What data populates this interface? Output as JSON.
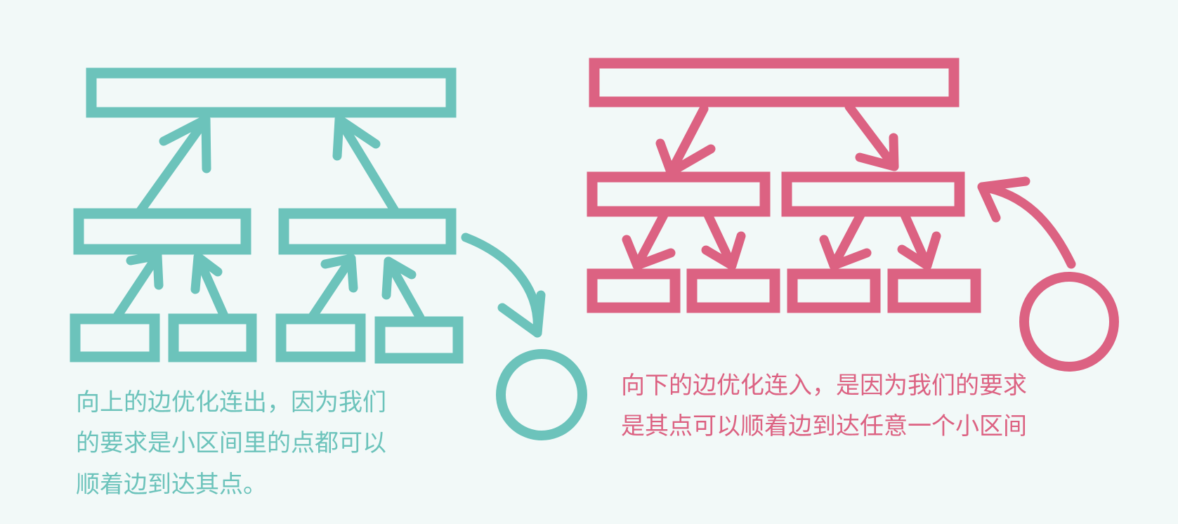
{
  "colors": {
    "background": "#f2f9f8",
    "upward_tree": "#6cc3bb",
    "downward_tree": "#dc6282"
  },
  "captions": {
    "left": {
      "lines": [
        "向上的边优化连出，因为我们",
        "的要求是小区间里的点都可以",
        "顺着边到达其点。"
      ]
    },
    "right": {
      "lines": [
        "向下的边优化连入，是因为我们的要求",
        "是其点可以顺着边到达任意一个小区间"
      ]
    }
  }
}
